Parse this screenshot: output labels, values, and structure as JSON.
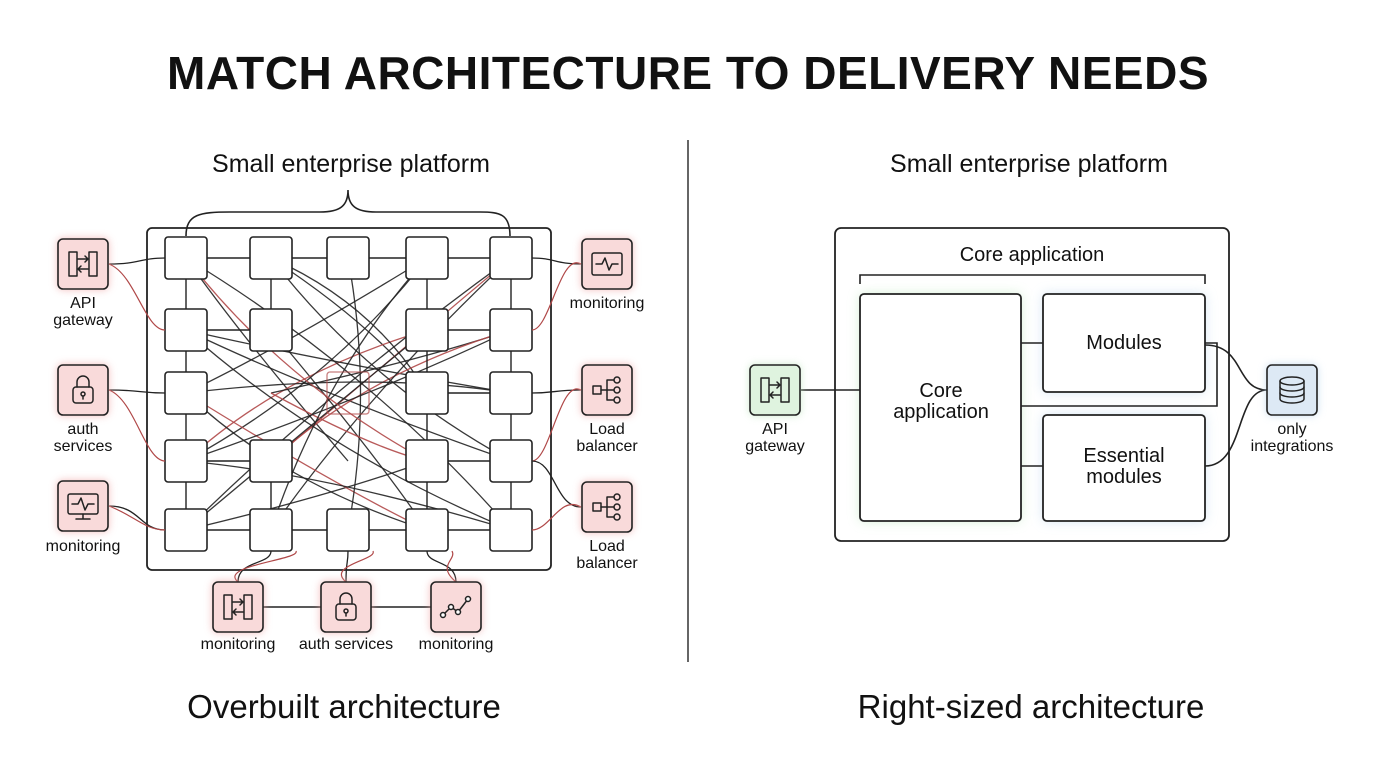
{
  "title": "MATCH ARCHITECTURE TO DELIVERY NEEDS",
  "left": {
    "subtitle": "Small enterprise platform",
    "caption": "Overbuilt architecture",
    "left_icons": [
      {
        "icon": "api-gateway-icon",
        "label": [
          "API",
          "gateway"
        ]
      },
      {
        "icon": "lock-icon",
        "label": [
          "auth",
          "services"
        ]
      },
      {
        "icon": "monitor-icon",
        "label": [
          "monitoring"
        ]
      }
    ],
    "right_icons": [
      {
        "icon": "pulse-icon",
        "label": [
          "monitoring"
        ]
      },
      {
        "icon": "load-balancer-icon",
        "label": [
          "Load",
          "balancer"
        ]
      },
      {
        "icon": "load-balancer-icon",
        "label": [
          "Load",
          "balancer"
        ]
      }
    ],
    "bottom_icons": [
      {
        "icon": "api-gateway-icon",
        "label": [
          "monitoring"
        ]
      },
      {
        "icon": "lock-icon",
        "label": [
          "auth services"
        ]
      },
      {
        "icon": "line-graph-icon",
        "label": [
          "monitoring"
        ]
      }
    ]
  },
  "right": {
    "subtitle": "Small enterprise platform",
    "caption": "Right-sized architecture",
    "container_label": "Core application",
    "core_box": [
      "Core",
      "application"
    ],
    "modules_box": [
      "Modules"
    ],
    "essential_box": [
      "Essential",
      "modules"
    ],
    "gateway": {
      "icon": "api-gateway-icon",
      "label": [
        "API",
        "gateway"
      ]
    },
    "integrations": {
      "icon": "database-icon",
      "label": [
        "only",
        "integrations"
      ]
    }
  },
  "colors": {
    "danger_tint": "#f9dada",
    "danger_stroke": "#b04848",
    "green_tint": "#dff3df",
    "blue_tint": "#dde9f5"
  }
}
